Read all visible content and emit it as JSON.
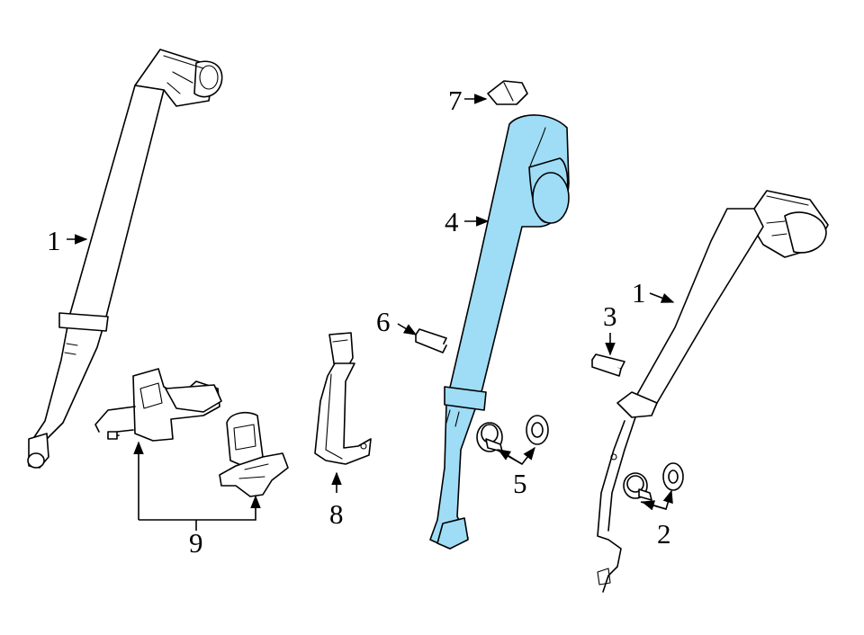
{
  "callouts": {
    "c1_left": "1",
    "c1_right": "1",
    "c2": "2",
    "c3": "3",
    "c4": "4",
    "c5": "5",
    "c6": "6",
    "c7": "7",
    "c8": "8",
    "c9": "9"
  },
  "colors": {
    "highlight": "#9fdcf6",
    "line": "#000000",
    "background": "#ffffff"
  }
}
